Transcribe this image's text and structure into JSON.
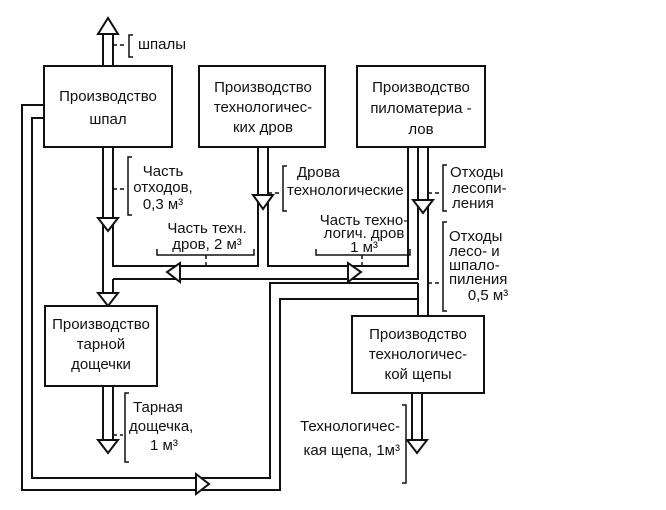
{
  "boxes": {
    "sleepers": [
      "Производство",
      "шпал"
    ],
    "firewood": [
      "Производство",
      "технологичес-",
      "ких дров"
    ],
    "lumber": [
      "Производство",
      "пиломатериа -",
      "лов"
    ],
    "box_board": [
      "Производство",
      "тарной",
      "дощечки"
    ],
    "chips": [
      "Производство",
      "технологичес-",
      "кой щепы"
    ]
  },
  "labels": {
    "sleepers_out": [
      "шпалы"
    ],
    "waste_part": [
      "Часть",
      "отходов,",
      "0,3 м³"
    ],
    "firewood_out": [
      "Дрова",
      "технологические"
    ],
    "sawmill_waste": [
      "Отходы",
      "лесопи-",
      "ления"
    ],
    "firewood_part_2": [
      "Часть техн.",
      "дров, 2 м³"
    ],
    "firewood_part_1": [
      "Часть техно-",
      "логич. дров",
      "1 м³"
    ],
    "saw_sleeper_waste": [
      "Отходы",
      "лесо- и",
      "шпало-",
      "пиления",
      "0,5 м³"
    ],
    "box_board_out": [
      "Тарная",
      "дощечка,",
      "1 м³"
    ],
    "chips_out": [
      "Технологичес-",
      "кая щепа, 1м³"
    ]
  }
}
